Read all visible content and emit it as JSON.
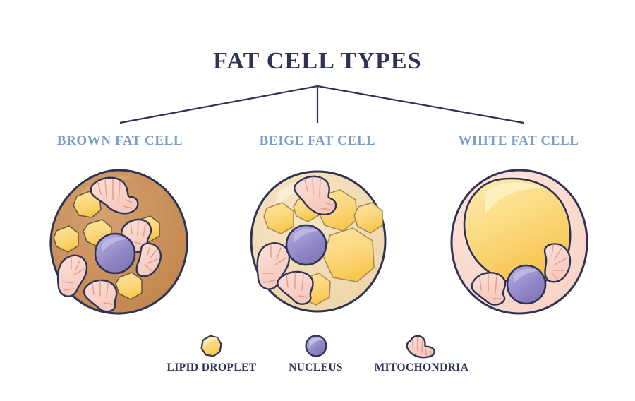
{
  "title": "FAT CELL TYPES",
  "colors": {
    "background": "#ffffff",
    "title_navy": "#2e3356",
    "label_blue": "#7b9ec4",
    "outline": "#2e3356",
    "brown_cell": "#c8905c",
    "beige_cell": "#f1dcb4",
    "white_cell": "#fadcd2",
    "lipid_yellow": "#f9cf63",
    "lipid_yellow_light": "#fde39a",
    "nucleus_purple": "#8b85c0",
    "nucleus_purple_light": "#aba6d6",
    "mitochondria_pink": "#f9d4cb",
    "mitochondria_cristae": "#e9a094"
  },
  "cells": [
    {
      "key": "brown",
      "label": "BROWN FAT CELL",
      "fill": "#c8905c"
    },
    {
      "key": "beige",
      "label": "BEIGE FAT CELL",
      "fill": "#f1dcb4"
    },
    {
      "key": "white",
      "label": "WHITE FAT CELL",
      "fill": "#fadcd2"
    }
  ],
  "legend": [
    {
      "key": "lipid-droplet",
      "label": "LIPID DROPLET",
      "icon": "lipid-droplet-icon"
    },
    {
      "key": "nucleus",
      "label": "NUCLEUS",
      "icon": "nucleus-icon"
    },
    {
      "key": "mitochondria",
      "label": "MITOCHONDRIA",
      "icon": "mitochondria-icon"
    }
  ]
}
